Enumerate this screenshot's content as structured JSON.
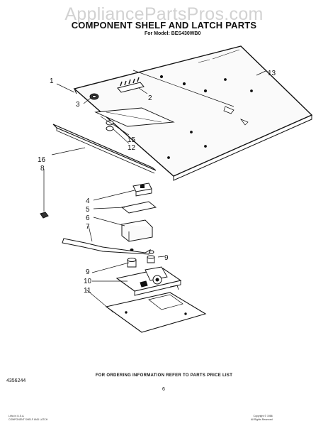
{
  "header": {
    "watermark": "AppliancePartsPros.com",
    "title": "COMPONENT SHELF AND LATCH PARTS",
    "subtitle": "For Model: BES430WB0"
  },
  "callouts": [
    "1",
    "2",
    "3",
    "13",
    "15",
    "12",
    "16",
    "8",
    "4",
    "5",
    "6",
    "7",
    "9",
    "9",
    "10",
    "11"
  ],
  "footer": {
    "order_info": "FOR ORDERING INFORMATION REFER TO PARTS PRICE LIST",
    "part_number": "4356244",
    "page_number": "6",
    "left_line1": "Litho in U.S.A.",
    "left_line2": "COMPONENT SHELF AND LATCH",
    "right_line1": "Copyright © 1986",
    "right_line2": "All Rights Reserved"
  }
}
